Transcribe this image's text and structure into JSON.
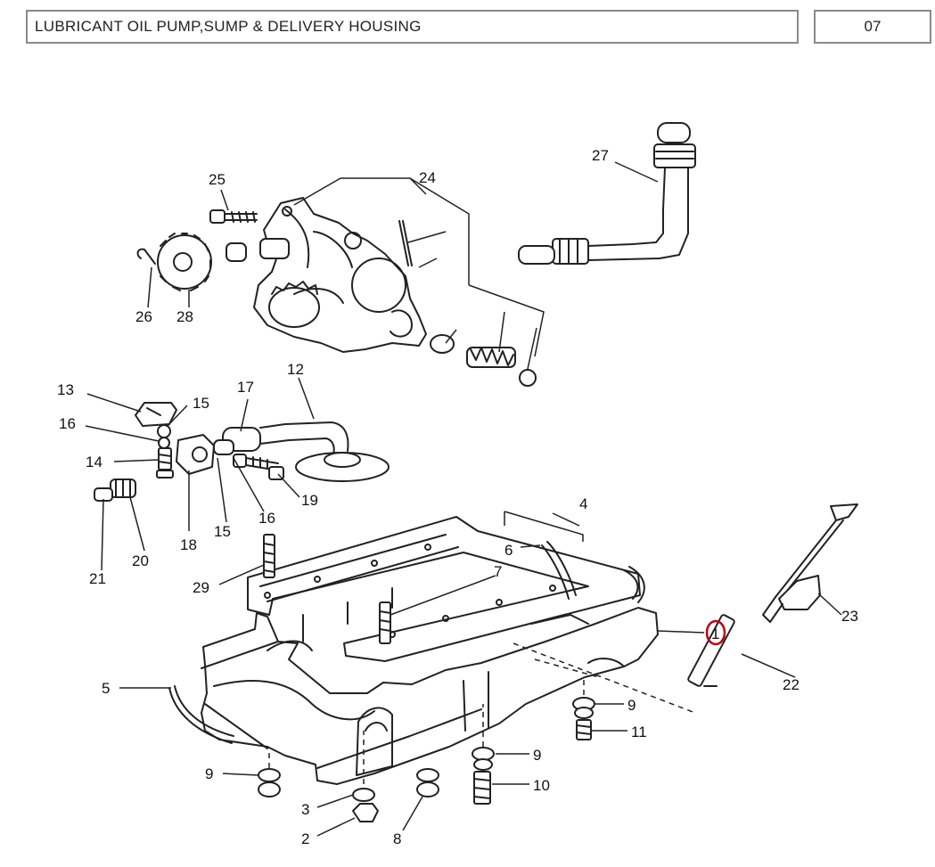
{
  "header": {
    "title": "LUBRICANT OIL PUMP,SUMP & DELIVERY HOUSING",
    "page_code": "07"
  },
  "callouts": {
    "c1": "1",
    "c2": "2",
    "c3": "3",
    "c4": "4",
    "c5": "5",
    "c6": "6",
    "c7": "7",
    "c8": "8",
    "c9a": "9",
    "c9b": "9",
    "c9c": "9",
    "c10": "10",
    "c11": "11",
    "c12": "12",
    "c13": "13",
    "c14": "14",
    "c15a": "15",
    "c15b": "15",
    "c16a": "16",
    "c16b": "16",
    "c17": "17",
    "c18": "18",
    "c19": "19",
    "c20": "20",
    "c21": "21",
    "c22": "22",
    "c23": "23",
    "c24": "24",
    "c25": "25",
    "c26": "26",
    "c27": "27",
    "c28": "28",
    "c29": "29"
  },
  "highlighted_callout": "1",
  "colors": {
    "highlight": "#c0000f",
    "border": "#8a8a8a"
  }
}
